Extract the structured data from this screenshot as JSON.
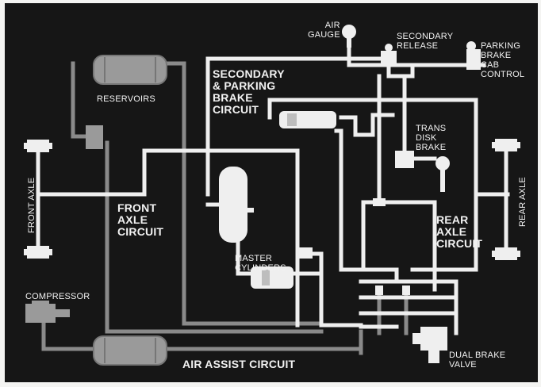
{
  "diagram": {
    "labels": {
      "air_gauge": "AIR\nGAUGE",
      "secondary_release": "SECONDARY\nRELEASE",
      "parking_brake_cab_control": "PARKING\nBRAKE\nCAB\nCONTROL",
      "reservoirs": "RESERVOIRS",
      "secondary_parking_brake_circuit": "SECONDARY\n& PARKING\nBRAKE\nCIRCUIT",
      "trans_disk_brake": "TRANS\nDISK\nBRAKE",
      "front_axle": "FRONT AXLE",
      "front_axle_circuit": "FRONT\nAXLE\nCIRCUIT",
      "rear_axle": "REAR AXLE",
      "rear_axle_circuit": "REAR\nAXLE\nCIRCUIT",
      "master_cylinders": "MASTER\nCYLINDERS",
      "compressor": "COMPRESSOR",
      "air_assist_circuit": "AIR ASSIST CIRCUIT",
      "dual_brake_valve": "DUAL BRAKE\nVALVE"
    },
    "colors": {
      "background": "#161616",
      "pipe_light": "#efefef",
      "pipe_dark": "#8a8a8a",
      "component_gray": "#9a9a9a"
    }
  }
}
